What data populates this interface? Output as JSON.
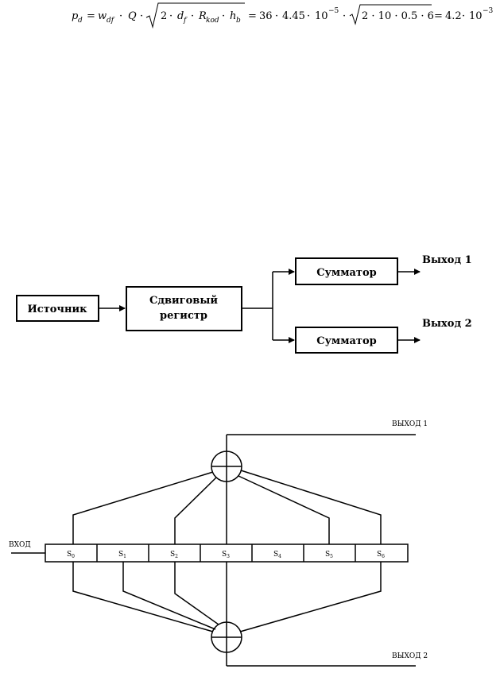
{
  "formula": {
    "lhs": "p",
    "lhs_sub": "d",
    "eq": "=",
    "w": "w",
    "w_sub": "df",
    "dot": "·",
    "Q": "Q",
    "sqrt_content_2": "2",
    "d": "d",
    "d_sub": "f",
    "R": "R",
    "R_sub": "kod",
    "h": "h",
    "h_sub": "b",
    "n36": "36",
    "n445": "4.45",
    "ten": "10",
    "exp5": "−5",
    "sqrt_num": "2 · 10 · 0.5 · 6",
    "n42": "4.2",
    "exp3": "−3"
  },
  "block_diagram": {
    "source": "Источник",
    "register_line1": "Сдвиговый",
    "register_line2": "регистр",
    "adder1": "Сумматор",
    "adder2": "Сумматор",
    "output1": "Выход 1",
    "output2": "Выход 2"
  },
  "encoder": {
    "input": "ВХОД",
    "output1": "ВЫХОД 1",
    "output2": "ВЫХОД 2",
    "cells": [
      {
        "name": "S",
        "sub": "0"
      },
      {
        "name": "S",
        "sub": "1"
      },
      {
        "name": "S",
        "sub": "2"
      },
      {
        "name": "S",
        "sub": "3"
      },
      {
        "name": "S",
        "sub": "4"
      },
      {
        "name": "S",
        "sub": "5"
      },
      {
        "name": "S",
        "sub": "6"
      }
    ]
  },
  "colors": {
    "line": "#000000",
    "background": "#ffffff"
  }
}
